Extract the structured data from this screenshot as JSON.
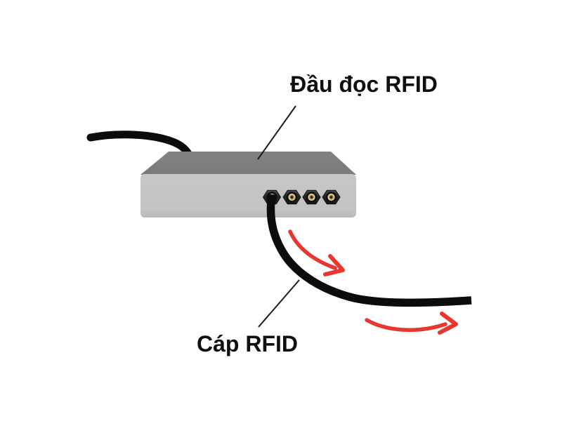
{
  "diagram": {
    "labels": {
      "reader_label": "Đầu đọc RFID",
      "cable_label": "Cáp RFID"
    },
    "colors": {
      "background": "#ffffff",
      "text": "#0f0f0f",
      "box_top_face": "#7e7e7e",
      "box_front_face": "#c3c3c3",
      "cable_black": "#0c0c0c",
      "pointer_line": "#1a1a1a",
      "arrow_red": "#e8372e",
      "connector_body_dark": "#242424",
      "connector_ring_cream": "#e3d6a8",
      "connector_ring_gold": "#ad8a3e"
    },
    "icons": {
      "flow_arrow_1": "curved-arrow-icon",
      "flow_arrow_2": "curved-arrow-icon"
    },
    "antenna_port_count": 4
  }
}
